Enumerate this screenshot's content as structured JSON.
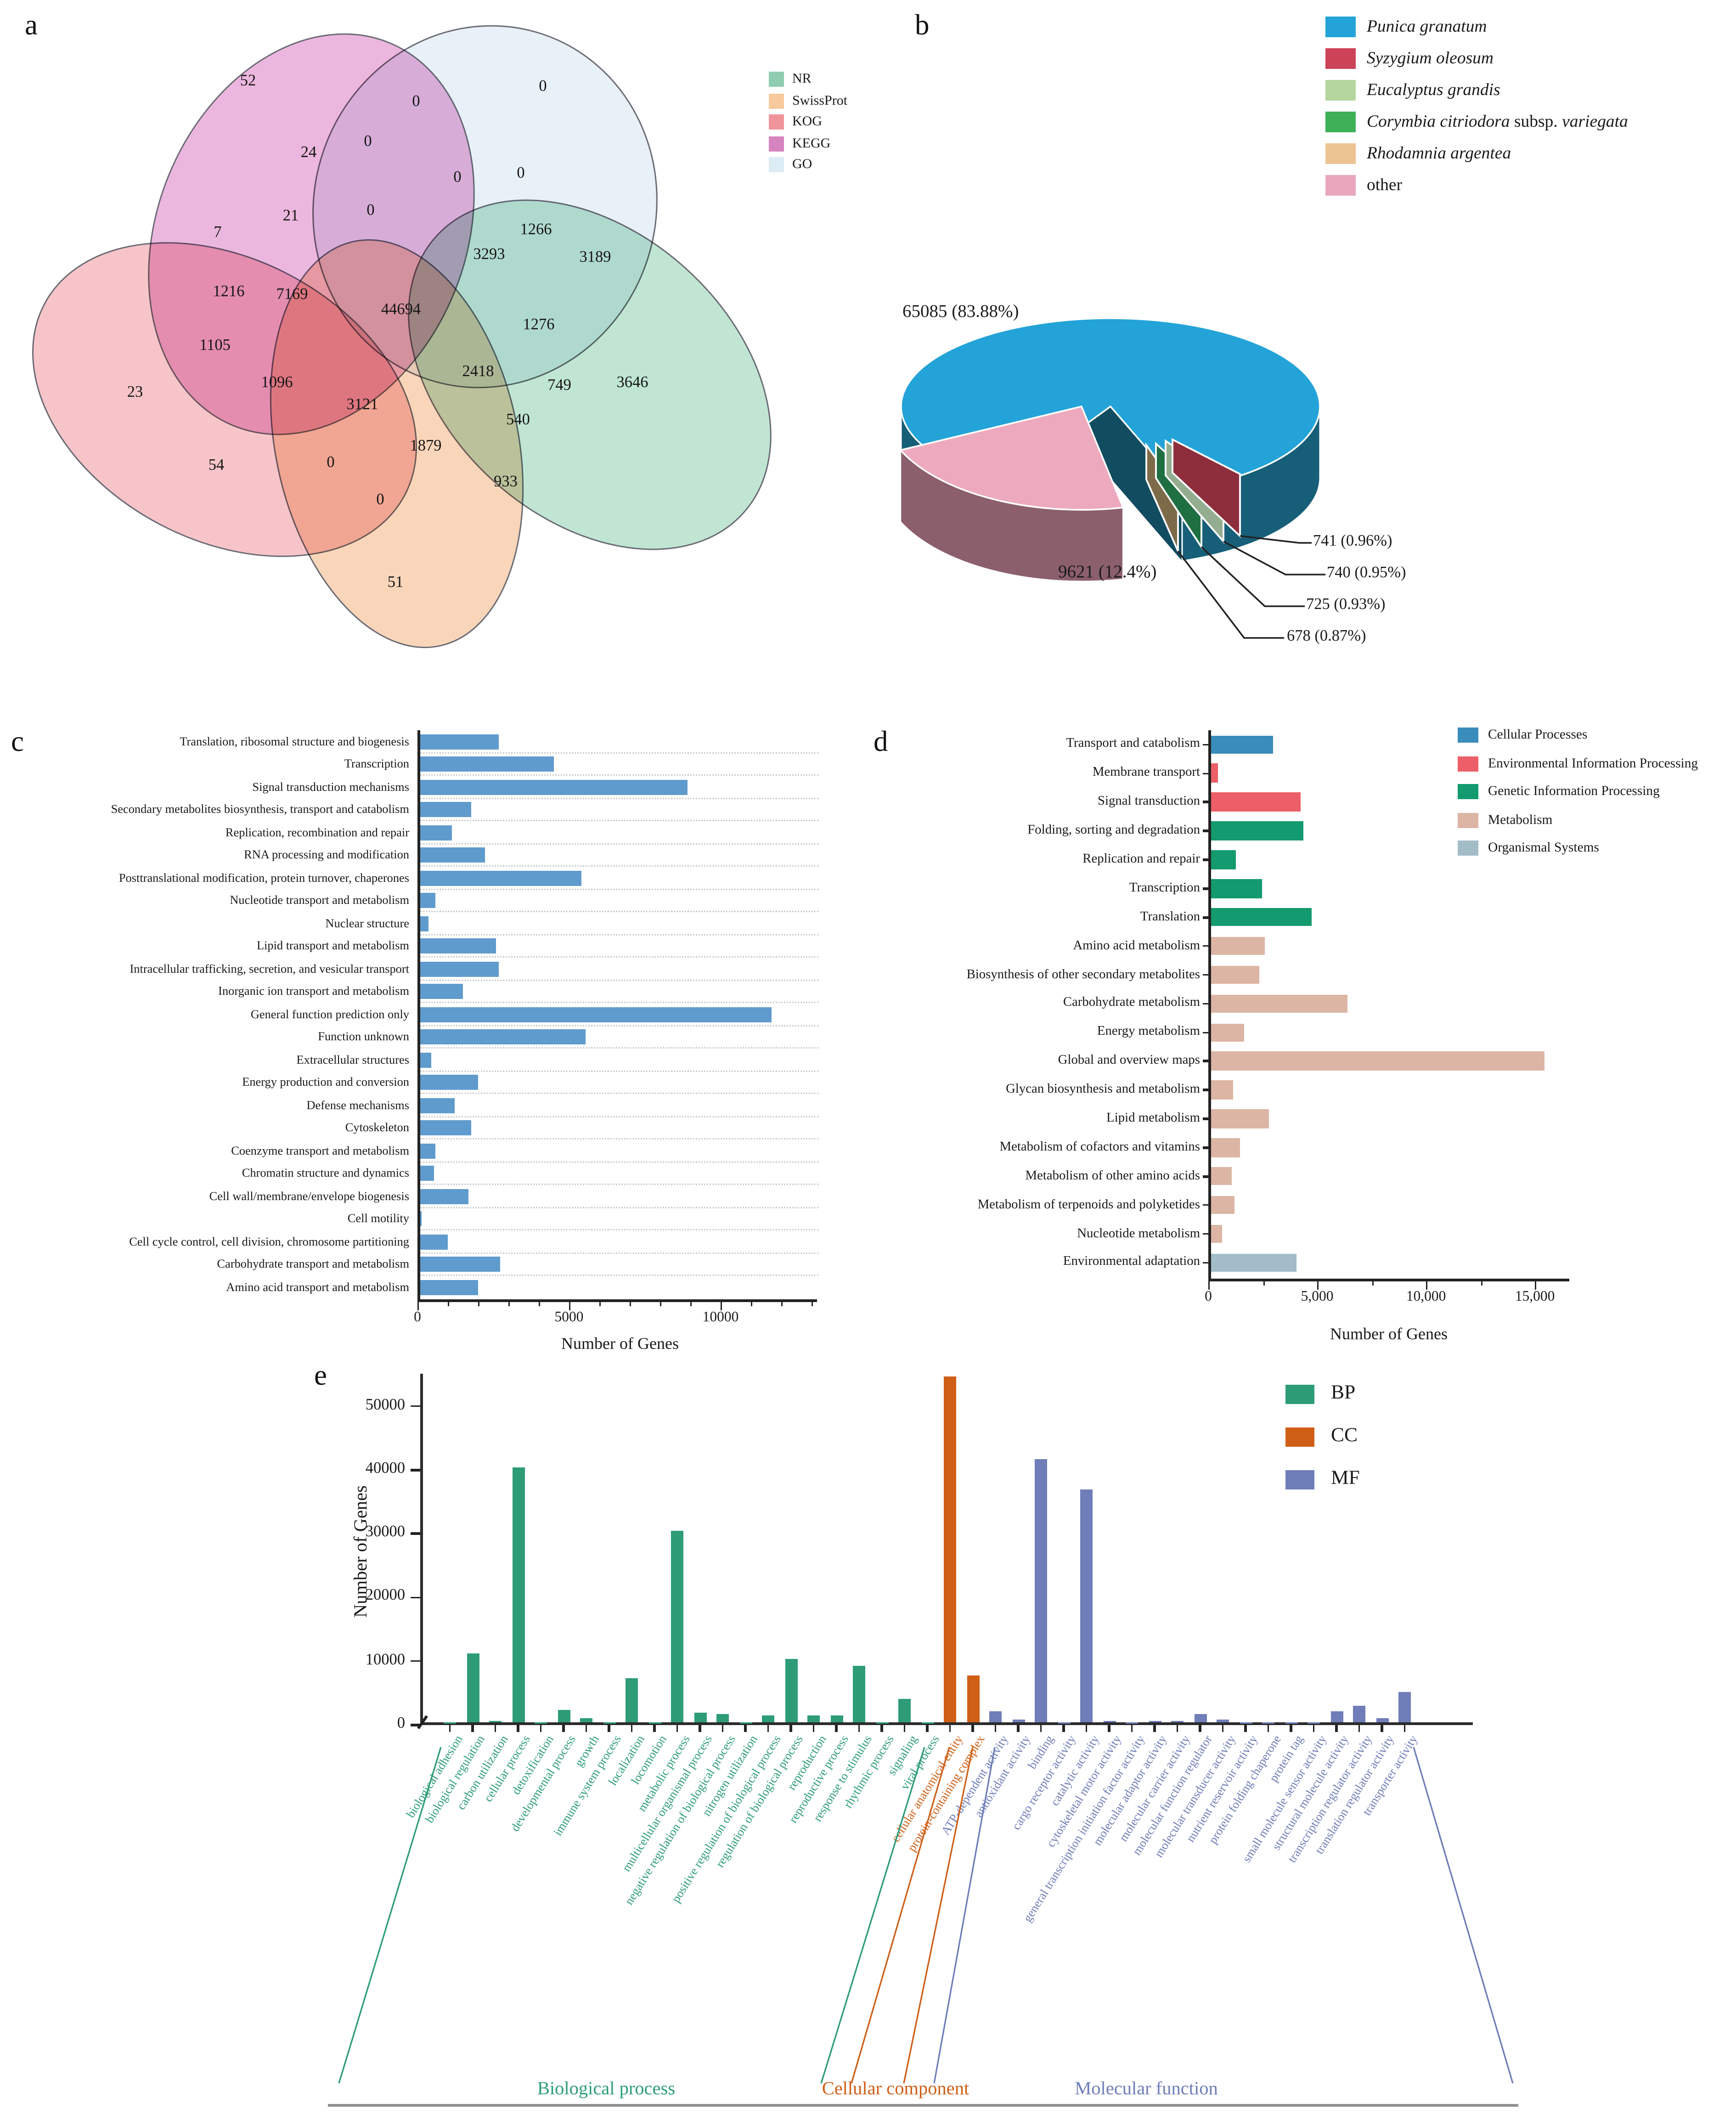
{
  "panel_labels": {
    "a": "a",
    "b": "b",
    "c": "c",
    "d": "d",
    "e": "e"
  },
  "chart_data": [
    {
      "type": "venn",
      "panel": "a",
      "sets": [
        "NR",
        "SwissProt",
        "KOG",
        "KEGG",
        "GO"
      ],
      "legend": [
        {
          "label": "NR",
          "color": "#8fcdb0"
        },
        {
          "label": "SwissProt",
          "color": "#f7c99c"
        },
        {
          "label": "KOG",
          "color": "#f0949b"
        },
        {
          "label": "KEGG",
          "color": "#d783c0"
        },
        {
          "label": "GO",
          "color": "#dcecf4"
        }
      ],
      "regions": [
        {
          "value": "52",
          "x": 180,
          "y": 62
        },
        {
          "value": "0",
          "x": 302,
          "y": 77
        },
        {
          "value": "0",
          "x": 394,
          "y": 66
        },
        {
          "value": "24",
          "x": 224,
          "y": 114
        },
        {
          "value": "0",
          "x": 267,
          "y": 106
        },
        {
          "value": "0",
          "x": 332,
          "y": 132
        },
        {
          "value": "0",
          "x": 378,
          "y": 129
        },
        {
          "value": "7",
          "x": 158,
          "y": 172
        },
        {
          "value": "21",
          "x": 211,
          "y": 160
        },
        {
          "value": "0",
          "x": 269,
          "y": 156
        },
        {
          "value": "1266",
          "x": 389,
          "y": 170
        },
        {
          "value": "3293",
          "x": 355,
          "y": 188
        },
        {
          "value": "3189",
          "x": 432,
          "y": 190
        },
        {
          "value": "1216",
          "x": 166,
          "y": 215
        },
        {
          "value": "7169",
          "x": 212,
          "y": 217
        },
        {
          "value": "44694",
          "x": 291,
          "y": 228
        },
        {
          "value": "1276",
          "x": 391,
          "y": 239
        },
        {
          "value": "1105",
          "x": 156,
          "y": 254
        },
        {
          "value": "1096",
          "x": 201,
          "y": 281
        },
        {
          "value": "3121",
          "x": 263,
          "y": 297
        },
        {
          "value": "2418",
          "x": 347,
          "y": 273
        },
        {
          "value": "749",
          "x": 406,
          "y": 283
        },
        {
          "value": "540",
          "x": 376,
          "y": 308
        },
        {
          "value": "23",
          "x": 98,
          "y": 288
        },
        {
          "value": "54",
          "x": 157,
          "y": 341
        },
        {
          "value": "0",
          "x": 240,
          "y": 339
        },
        {
          "value": "1879",
          "x": 309,
          "y": 327
        },
        {
          "value": "933",
          "x": 367,
          "y": 353
        },
        {
          "value": "0",
          "x": 276,
          "y": 366
        },
        {
          "value": "51",
          "x": 287,
          "y": 426
        },
        {
          "value": "3646",
          "x": 459,
          "y": 281
        }
      ]
    },
    {
      "type": "pie",
      "panel": "b",
      "slices": [
        {
          "label": "Punica granatum",
          "value": 65085,
          "pct": "83.88%",
          "color": "#23a3d8"
        },
        {
          "label": "other",
          "value": 9621,
          "pct": "12.4%",
          "color": "#edaabe"
        },
        {
          "label": "Syzygium oleosum",
          "value": 741,
          "pct": "0.96%",
          "color": "#8e2e3c"
        },
        {
          "label": "Eucalyptus grandis",
          "value": 740,
          "pct": "0.95%",
          "color": "#94ad90"
        },
        {
          "label": "Corymbia citriodora subsp. variegata",
          "value": 725,
          "pct": "0.93%",
          "color": "#1f6f42"
        },
        {
          "label": "Rhodamnia argentea",
          "value": 678,
          "pct": "0.87%",
          "color": "#7d6a49"
        }
      ],
      "legend": [
        {
          "color": "#23a3d8",
          "segments": [
            {
              "text": "Punica granatum",
              "italic": true
            }
          ]
        },
        {
          "color": "#cc4257",
          "segments": [
            {
              "text": "Syzygium oleosum",
              "italic": true
            }
          ]
        },
        {
          "color": "#b5d69e",
          "segments": [
            {
              "text": "Eucalyptus grandis",
              "italic": true
            }
          ]
        },
        {
          "color": "#3eb058",
          "segments": [
            {
              "text": "Corymbia citriodora",
              "italic": true
            },
            {
              "text": " subsp. ",
              "italic": false
            },
            {
              "text": "variegata",
              "italic": true
            }
          ]
        },
        {
          "color": "#ecc492",
          "segments": [
            {
              "text": "Rhodamnia argentea",
              "italic": true
            }
          ]
        },
        {
          "color": "#e8a7bd",
          "segments": [
            {
              "text": "other",
              "italic": false
            }
          ]
        }
      ],
      "labels": {
        "main": "65085 (83.88%)",
        "other": "9621 (12.4%)",
        "callouts": [
          "741 (0.96%)",
          "740 (0.95%)",
          "725 (0.93%)",
          "678 (0.87%)"
        ]
      }
    },
    {
      "type": "bar",
      "panel": "c",
      "orientation": "horizontal",
      "xlabel": "Number of Genes",
      "xticks": [
        "0",
        "5000",
        "10000"
      ],
      "xlim": [
        0,
        13000
      ],
      "bar_color": "#5f9bcd",
      "categories": [
        "Translation, ribosomal structure and biogenesis",
        "Transcription",
        "Signal transduction mechanisms",
        "Secondary metabolites biosynthesis, transport and catabolism",
        "Replication, recombination and repair",
        "RNA processing and modification",
        "Posttranslational modification, protein turnover, chaperones",
        "Nucleotide transport and metabolism",
        "Nuclear structure",
        "Lipid transport and metabolism",
        "Intracellular trafficking, secretion, and vesicular transport",
        "Inorganic ion transport and metabolism",
        "General function prediction only",
        "Function unknown",
        "Extracellular structures",
        "Energy production and conversion",
        "Defense mechanisms",
        "Cytoskeleton",
        "Coenzyme transport and metabolism",
        "Chromatin structure and dynamics",
        "Cell wall/membrane/envelope biogenesis",
        "Cell motility",
        "Cell cycle control, cell division, chromosome partitioning",
        "Carbohydrate transport and metabolism",
        "Amino acid transport and metabolism"
      ],
      "values": [
        2600,
        4400,
        8800,
        1700,
        1050,
        2150,
        5300,
        500,
        250,
        2500,
        2600,
        1400,
        11600,
        5450,
        370,
        1900,
        1150,
        1700,
        500,
        470,
        1600,
        30,
        900,
        2650,
        1900
      ]
    },
    {
      "type": "bar",
      "panel": "d",
      "orientation": "horizontal",
      "xlabel": "Number of Genes",
      "xticks": [
        "0",
        "5,000",
        "10,000",
        "15,000"
      ],
      "xlim": [
        0,
        16500
      ],
      "legend": [
        {
          "label": "Cellular Processes",
          "color": "#3a8cbb"
        },
        {
          "label": "Environmental Information Processing",
          "color": "#ed5f68"
        },
        {
          "label": "Genetic Information Processing",
          "color": "#139a6e"
        },
        {
          "label": "Metabolism",
          "color": "#dcb5a4"
        },
        {
          "label": "Organismal Systems",
          "color": "#a3bdc8"
        }
      ],
      "group_index": [
        0,
        1,
        1,
        2,
        2,
        2,
        2,
        3,
        3,
        3,
        3,
        3,
        3,
        3,
        3,
        3,
        3,
        3,
        4
      ],
      "categories": [
        "Transport and catabolism",
        "Membrane transport",
        "Signal transduction",
        "Folding, sorting and degradation",
        "Replication and repair",
        "Transcription",
        "Translation",
        "Amino acid metabolism",
        "Biosynthesis of other secondary metabolites",
        "Carbohydrate metabolism",
        "Energy metabolism",
        "Global and overview maps",
        "Glycan biosynthesis and metabolism",
        "Lipid metabolism",
        "Metabolism of cofactors and vitamins",
        "Metabolism of other amino acids",
        "Metabolism of terpenoids and polyketides",
        "Nucleotide metabolism",
        "Environmental adaptation"
      ],
      "values": [
        2900,
        400,
        4200,
        4300,
        1200,
        2400,
        4700,
        2500,
        2250,
        6300,
        1600,
        15400,
        1050,
        2700,
        1400,
        1000,
        1150,
        600,
        4000
      ]
    },
    {
      "type": "bar",
      "panel": "e",
      "orientation": "vertical",
      "ylabel": "Number of Genes",
      "yticks": [
        "0",
        "10000",
        "20000",
        "30000",
        "40000",
        "50000"
      ],
      "ylim": [
        0,
        54000
      ],
      "legend": [
        {
          "label": "BP",
          "color": "#2d9c77"
        },
        {
          "label": "CC",
          "color": "#cf5f17"
        },
        {
          "label": "MF",
          "color": "#6f7db8"
        }
      ],
      "groups": [
        {
          "key": "BP",
          "footer": "Biological process",
          "color": "#2d9c77",
          "categories": [
            "biological adhesion",
            "biological regulation",
            "carbon utilization",
            "cellular process",
            "detoxification",
            "developmental process",
            "growth",
            "immune system process",
            "localization",
            "locomotion",
            "metabolic process",
            "multicellular organismal process",
            "negative regulation of biological process",
            "nitrogen utilization",
            "positive regulation of biological process",
            "regulation of biological process",
            "reproduction",
            "reproductive process",
            "response to stimulus",
            "rhythmic process",
            "signaling",
            "viral process"
          ],
          "values": [
            100,
            10700,
            150,
            40000,
            100,
            2000,
            600,
            80,
            7000,
            80,
            30000,
            1500,
            1300,
            80,
            1100,
            10000,
            1000,
            1000,
            8800,
            80,
            3600,
            80
          ]
        },
        {
          "key": "CC",
          "footer": "Cellular component",
          "color": "#cf5f17",
          "categories": [
            "cellular anatomical entity",
            "protein-containing complex"
          ],
          "values": [
            57500,
            7400
          ]
        },
        {
          "key": "MF",
          "footer": "Molecular function",
          "color": "#6f7db8",
          "categories": [
            "ATP-dependent activity",
            "antioxidant activity",
            "binding",
            "cargo receptor activity",
            "catalytic activity",
            "cytoskeletal motor activity",
            "general transcription initiation factor activity",
            "molecular adaptor activity",
            "molecular carrier activity",
            "molecular function regulator",
            "molecular transducer activity",
            "nutrient reservoir activity",
            "protein folding chaperone",
            "protein tag",
            "small molecule sensor activity",
            "structural molecule activity",
            "transcription regulator activity",
            "translation regulator activity",
            "transporter activity"
          ],
          "values": [
            1800,
            400,
            41300,
            60,
            36500,
            150,
            100,
            250,
            200,
            1200,
            430,
            60,
            100,
            40,
            60,
            1700,
            2700,
            600,
            4650
          ]
        }
      ]
    }
  ]
}
